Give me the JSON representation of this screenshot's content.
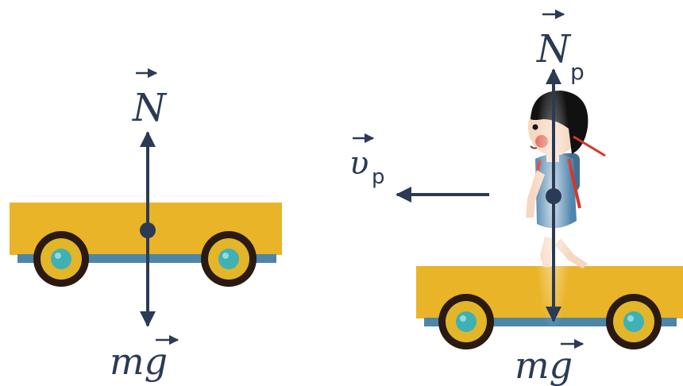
{
  "left_diagram": {
    "normal_force_label": "N",
    "gravity_label": "mg"
  },
  "right_diagram": {
    "normal_force_label": "N",
    "normal_force_subscript": "p",
    "velocity_label": "υ",
    "velocity_subscript": "p",
    "gravity_label": "mg"
  },
  "colors": {
    "cart_body": "#e9b428",
    "cart_base": "#4e86a8",
    "wheel_rim": "#2a1a12",
    "wheel_tire": "#e3b529",
    "wheel_hub": "#3fb1b4",
    "arrow": "#2b3a55",
    "text": "#2b3a55",
    "hair": "#111111",
    "skin": "#f6d7c0",
    "shirt": "#4f86ad",
    "cheek": "#e2564a",
    "strap": "#d9342b"
  },
  "icons": [
    "cart-icon",
    "boy-icon",
    "wheel-icon",
    "arrow-icon"
  ]
}
